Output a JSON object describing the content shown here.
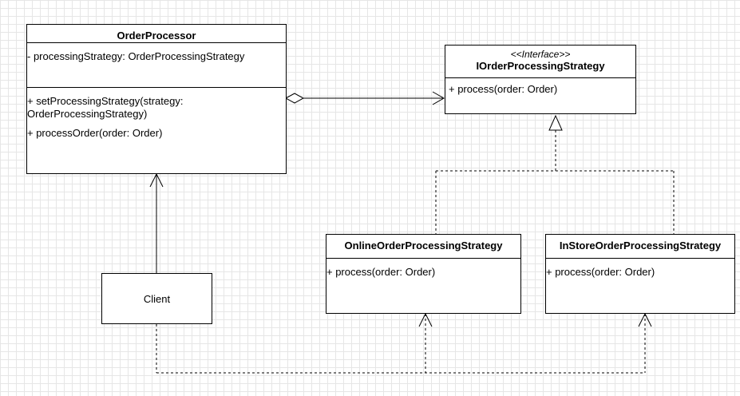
{
  "classes": {
    "order_processor": {
      "name": "OrderProcessor",
      "attributes": [
        "- processingStrategy: OrderProcessingStrategy"
      ],
      "methods": [
        "+ setProcessingStrategy(strategy:",
        "OrderProcessingStrategy)",
        "+ processOrder(order: Order)"
      ]
    },
    "interface": {
      "stereotype": "<<Interface>>",
      "name": "IOrderProcessingStrategy",
      "methods": [
        "+ process(order: Order)"
      ]
    },
    "online": {
      "name": "OnlineOrderProcessingStrategy",
      "methods": [
        "+ process(order: Order)"
      ]
    },
    "instore": {
      "name": "InStoreOrderProcessingStrategy",
      "methods": [
        "+ process(order: Order)"
      ]
    },
    "client": {
      "name": "Client"
    }
  },
  "relationships": [
    {
      "type": "aggregation-association",
      "from": "OrderProcessor",
      "to": "IOrderProcessingStrategy"
    },
    {
      "type": "realization",
      "from": "OnlineOrderProcessingStrategy",
      "to": "IOrderProcessingStrategy"
    },
    {
      "type": "realization",
      "from": "InStoreOrderProcessingStrategy",
      "to": "IOrderProcessingStrategy"
    },
    {
      "type": "association",
      "from": "Client",
      "to": "OrderProcessor"
    },
    {
      "type": "dependency",
      "from": "Client",
      "to": "OnlineOrderProcessingStrategy"
    },
    {
      "type": "dependency",
      "from": "Client",
      "to": "InStoreOrderProcessingStrategy"
    }
  ],
  "colors": {
    "line": "#000000",
    "background": "#ffffff",
    "grid": "#e6e6e6"
  }
}
